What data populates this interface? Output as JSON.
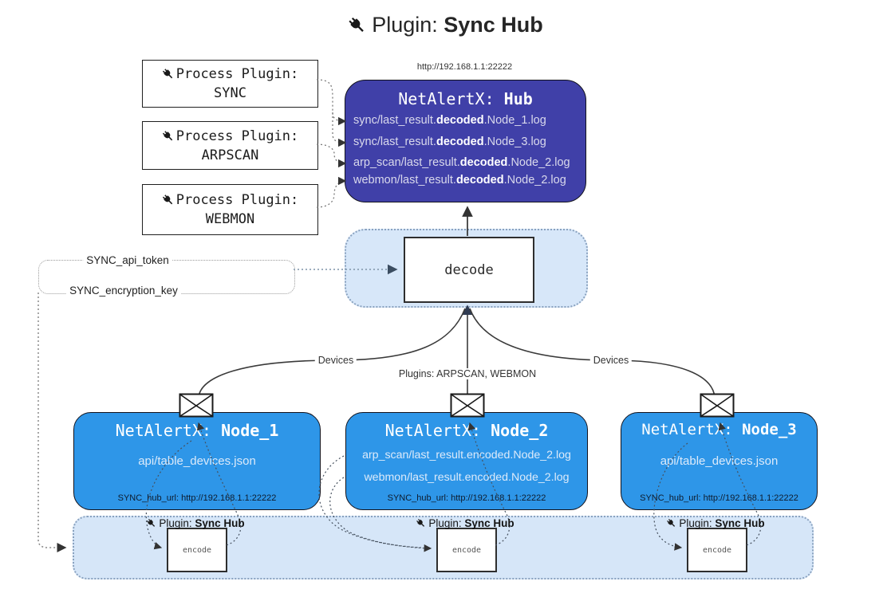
{
  "title": {
    "prefix": "Plugin:",
    "name": "Sync Hub"
  },
  "process_plugins": [
    {
      "label": "Process Plugin:",
      "name": "SYNC"
    },
    {
      "label": "Process Plugin:",
      "name": "ARPSCAN"
    },
    {
      "label": "Process Plugin:",
      "name": "WEBMON"
    }
  ],
  "hub": {
    "url": "http://192.168.1.1:22222",
    "title_prefix": "NetAlertX:",
    "title_name": "Hub",
    "files": [
      {
        "pre": "sync/last_result.",
        "mid": "decoded",
        "post": ".Node_1.log"
      },
      {
        "pre": "sync/last_result.",
        "mid": "decoded",
        "post": ".Node_3.log"
      },
      {
        "pre": "arp_scan/last_result.",
        "mid": "decoded",
        "post": ".Node_2.log"
      },
      {
        "pre": "webmon/last_result.",
        "mid": "decoded",
        "post": ".Node_2.log"
      }
    ]
  },
  "decode": {
    "label": "decode"
  },
  "settings": {
    "api_token": "SYNC_api_token",
    "encryption_key": "SYNC_encryption_key"
  },
  "edges": {
    "devices_left": "Devices",
    "devices_right": "Devices",
    "plugins_center": "Plugins: ARPSCAN, WEBMON"
  },
  "nodes": [
    {
      "title_prefix": "NetAlertX:",
      "title_name": "Node_1",
      "files": [
        "api/table_devices.json"
      ],
      "hub_url": "SYNC_hub_url: http://192.168.1.1:22222"
    },
    {
      "title_prefix": "NetAlertX:",
      "title_name": "Node_2",
      "files": [
        "arp_scan/last_result.encoded.Node_2.log",
        "webmon/last_result.encoded.Node_2.log"
      ],
      "hub_url": "SYNC_hub_url: http://192.168.1.1:22222"
    },
    {
      "title_prefix": "NetAlertX:",
      "title_name": "Node_3",
      "files": [
        "api/table_devices.json"
      ],
      "hub_url": "SYNC_hub_url: http://192.168.1.1:22222"
    }
  ],
  "sync_plugin": {
    "label_prefix": "Plugin:",
    "label_name": "Sync Hub",
    "encode_label": "encode"
  },
  "colors": {
    "hub_fill": "#4040a8",
    "node_fill": "#2e96e8",
    "band_fill": "#d6e6f8",
    "band_border": "#8aa2bf",
    "line_dark": "#333333"
  }
}
